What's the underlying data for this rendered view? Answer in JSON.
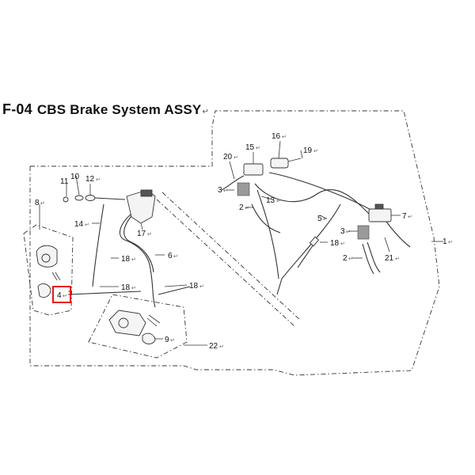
{
  "title": {
    "code": "F-04",
    "name": "CBS Brake System ASSY",
    "mark": "↵"
  },
  "labels": {
    "l1": "1",
    "l2a": "2",
    "l2b": "2",
    "l3a": "3",
    "l3b": "3",
    "l4": "4",
    "l5": "5",
    "l6": "6",
    "l7": "7",
    "l8": "8",
    "l9": "9",
    "l10": "10",
    "l11": "11",
    "l12": "12",
    "l13": "13",
    "l14": "14",
    "l15": "15",
    "l16": "16",
    "l17": "17",
    "l18a": "18",
    "l18b": "18",
    "l18c": "18",
    "l18d": "18",
    "l19": "19",
    "l20": "20",
    "l21": "21",
    "l22": "22"
  },
  "marker": "↵",
  "highlight_color": "#e8141e"
}
